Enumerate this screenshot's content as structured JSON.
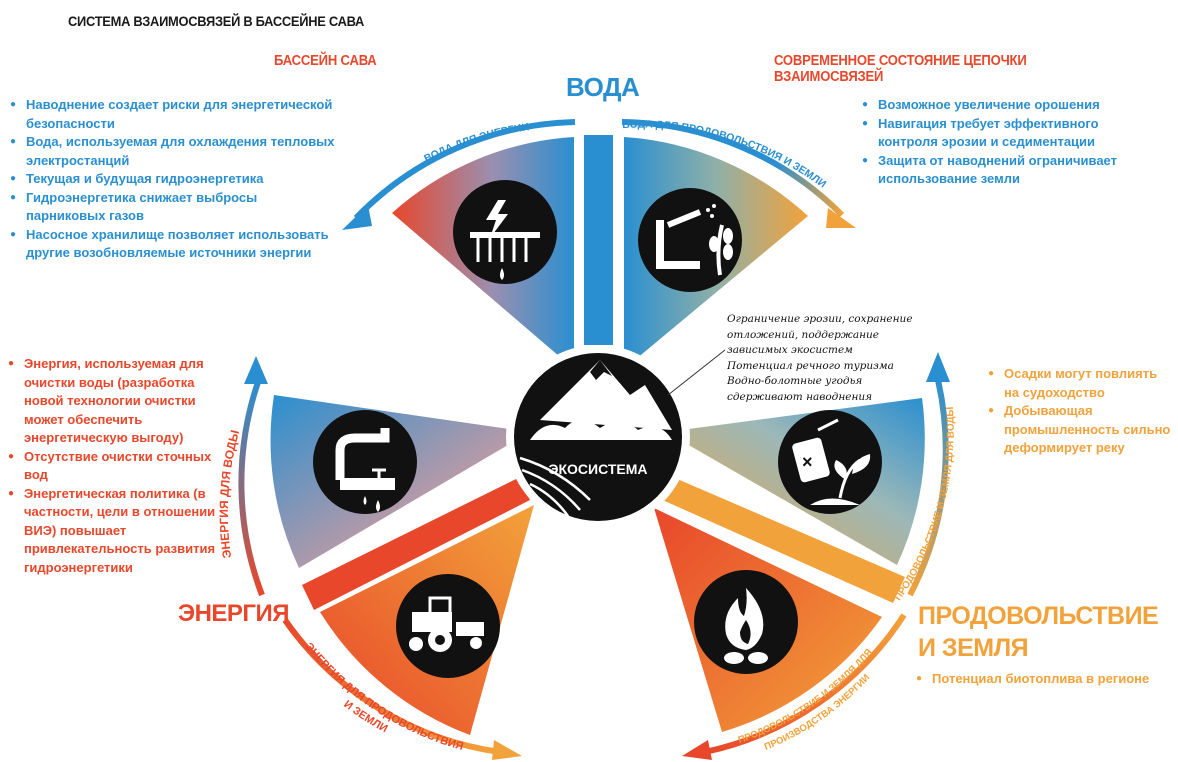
{
  "title": "СИСТЕМА ВЗАИМОСВЯЗЕЙ В БАССЕЙНЕ САВА",
  "left_header": "БАССЕЙН САВА",
  "right_header": "СОВРЕМЕННОЕ СОСТОЯНИЕ ЦЕПОЧКИ ВЗАИМОСВЯЗЕЙ",
  "nodes": {
    "water": "ВОДА",
    "energy": "ЭНЕРГИЯ",
    "food_line1": "ПРОДОВОЛЬСТВИЕ",
    "food_line2": "И ЗЕМЛЯ",
    "ecosystem": "ЭКОСИСТЕМА"
  },
  "arrows": {
    "water_for_energy": "ВОДА ДЛЯ ЭНЕРГИИ",
    "water_for_food": "ВОДА ДЛЯ ПРОДОВОЛЬСТВИЯ И ЗЕМЛИ",
    "energy_for_water": "ЭНЕРГИЯ ДЛЯ ВОДЫ",
    "energy_for_food_line1": "ЭНЕРГИЯ ДЛЯ ПРОДОВОЛЬСТВИЯ",
    "energy_for_food_line2": "И ЗЕМЛИ",
    "food_for_water": "ПРОДОВОЛЬСТВИЕ И ЗЕМЛЯ ДЛЯ ВОДЫ",
    "food_for_energy_line1": "ПРОДОВОЛЬСТВИЕ И ЗЕМЛЯ ДЛЯ",
    "food_for_energy_line2": "ПРОИЗВОДСТВА ЭНЕРГИИ"
  },
  "water_energy_bullets": [
    "Наводнение создает риски для энергетической безопасности",
    "Вода, используемая для охлаждения тепловых электростанций",
    "Текущая и будущая гидроэнергетика",
    "Гидроэнергетика снижает выбросы парниковых газов",
    "Насосное хранилище позволяет использовать другие возобновляемые источники энергии"
  ],
  "water_food_bullets": [
    "Возможное увеличение орошения",
    "Навигация требует эффективного контроля эрозии и седиментации",
    "Защита от наводнений ограничивает использование земли"
  ],
  "energy_bullets": [
    "Энергия, используемая для очистки воды (разработка новой технологии очистки может обеспечить энергетическую выгоду)",
    "Отсутствие очистки сточных вод",
    "Энергетическая политика (в частности, цели в отношении ВИЭ) повышает привлекательность развития гидроэнергетики"
  ],
  "food_bullets": [
    "Осадки могут повлиять на судоходство",
    "Добывающая промышленность сильно деформирует реку"
  ],
  "bioenergy_bullets": [
    "Потенциал биотоплива в регионе"
  ],
  "ecosystem_notes": [
    "Ограничение эрозии, сохранение",
    "отложений, поддержание",
    "зависимых экосистем",
    "Потенциал речного туризма",
    "Водно-болотные угодья",
    "сдерживают наводнения"
  ],
  "icons": [
    "power-plant-icon",
    "irrigation-icon",
    "water-treatment-icon",
    "pesticide-plant-icon",
    "tractor-icon",
    "fire-icon",
    "mountain-icon"
  ],
  "colors": {
    "water": "#2a8fd0",
    "energy": "#e8472b",
    "food": "#f2a23a"
  }
}
